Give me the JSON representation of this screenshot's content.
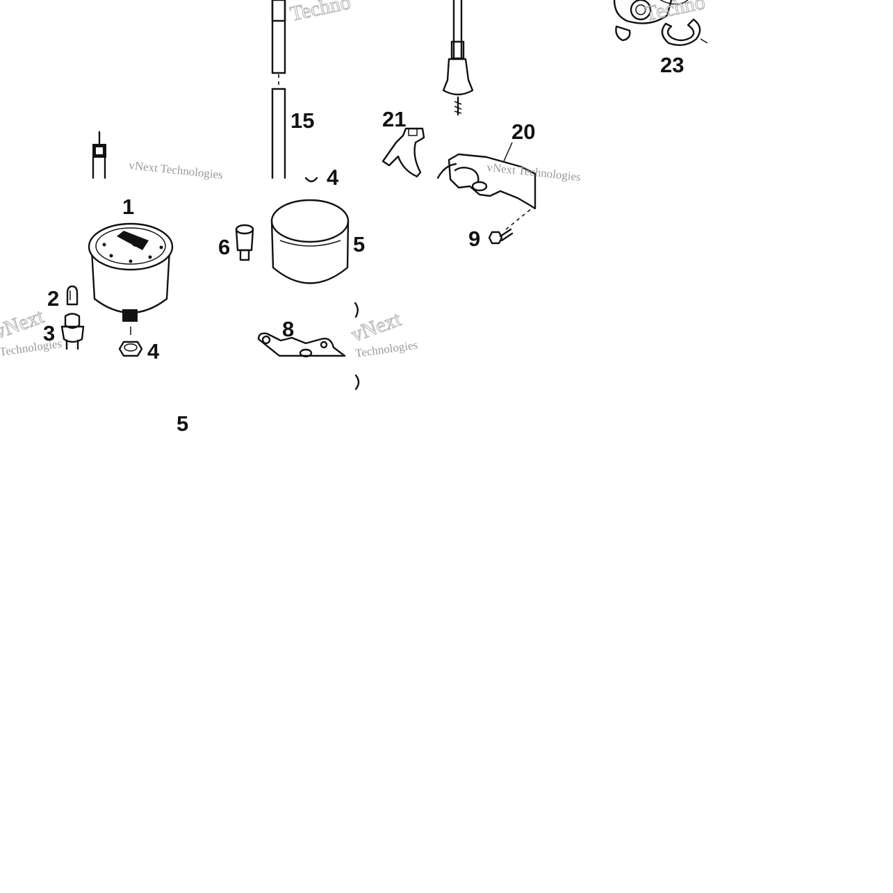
{
  "diagram": {
    "callouts": {
      "c1": "1",
      "c2": "2",
      "c3": "3",
      "c4a": "4",
      "c4b": "4",
      "c5a": "5",
      "c5b": "5",
      "c6": "6",
      "c8": "8",
      "c9": "9",
      "c15": "15",
      "c20": "20",
      "c21": "21",
      "c23": "23"
    },
    "watermarks": {
      "w1": "vNext Technologies",
      "w2": "vNext Technologies",
      "w3": "Technologies",
      "w4": "Technologies",
      "w5": "vNext",
      "w6": "vNext",
      "w7": "Techno",
      "w8": "Techno"
    },
    "icons": [
      "speedometer-icon",
      "cable-icon",
      "bulb-icon",
      "bulb-socket-icon",
      "nut-icon",
      "cup-icon",
      "grommet-icon",
      "bracket-icon",
      "screw-icon",
      "clip-icon",
      "lever-icon",
      "drive-gear-icon",
      "ring-icon"
    ]
  }
}
